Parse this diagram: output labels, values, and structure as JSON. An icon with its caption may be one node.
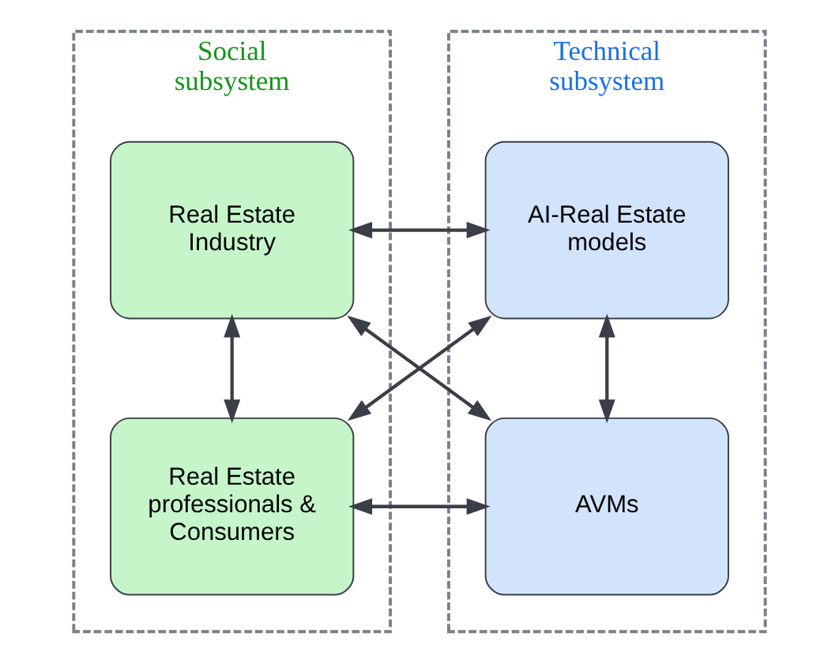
{
  "diagram": {
    "nodes": [
      {
        "text": [
          "Social subsystem"
        ]
      },
      {
        "text": [
          "Technical subsystem"
        ]
      },
      {
        "text": [
          "Real Estate Industry"
        ],
        "in": 0
      },
      {
        "text": [
          "Real Estate professionals & Consumers"
        ],
        "in": 0
      },
      {
        "text": [
          "AI-Real Estate models"
        ],
        "in": 1
      },
      {
        "text": [
          "AVMs"
        ],
        "in": 1
      }
    ],
    "edges": [
      {
        "from": 2,
        "to": 4,
        "arrow": "both"
      },
      {
        "from": 2,
        "to": 5,
        "arrow": "both"
      },
      {
        "from": 4,
        "to": 3,
        "arrow": "both"
      },
      {
        "from": 2,
        "to": 3,
        "arrow": "both"
      },
      {
        "from": 4,
        "to": 5,
        "arrow": "both"
      },
      {
        "from": 3,
        "to": 5,
        "arrow": "both"
      }
    ]
  }
}
